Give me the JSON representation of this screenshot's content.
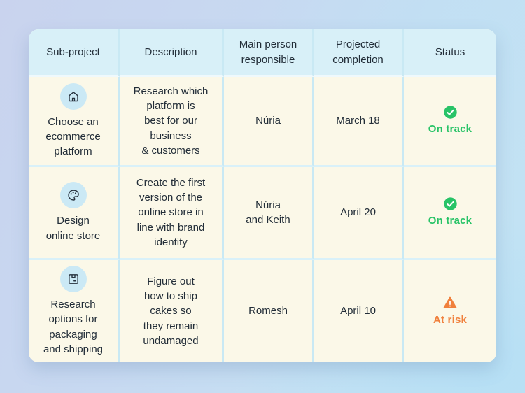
{
  "table": {
    "columns": [
      {
        "label": "Sub-project"
      },
      {
        "label": "Description"
      },
      {
        "label": "Main person responsible"
      },
      {
        "label": "Projected completion"
      },
      {
        "label": "Status"
      }
    ],
    "rows": [
      {
        "icon": "home-icon",
        "subproject": "Choose an\necommerce\nplatform",
        "description": "Research which\nplatform is\nbest for our\nbusiness\n& customers",
        "person": "Núria",
        "completion": "March 18",
        "status": {
          "label": "On track",
          "state": "on_track",
          "icon": "check-circle-icon"
        }
      },
      {
        "icon": "palette-icon",
        "subproject": "Design\nonline store",
        "description": "Create the first\nversion of the\nonline store in\nline with brand\nidentity",
        "person": "Núria\nand Keith",
        "completion": "April 20",
        "status": {
          "label": "On track",
          "state": "on_track",
          "icon": "check-circle-icon"
        }
      },
      {
        "icon": "package-icon",
        "subproject": "Research\noptions for\npackaging\nand shipping",
        "description": "Figure out\nhow to ship\ncakes so\nthey remain\nundamaged",
        "person": "Romesh",
        "completion": "April 10",
        "status": {
          "label": "At risk",
          "state": "at_risk",
          "icon": "warning-icon"
        }
      }
    ],
    "status_colors": {
      "on_track": "#28c367",
      "at_risk": "#f0803c"
    },
    "theme": {
      "header_bg": "#d8f0f8",
      "cell_bg": "#fbf8e8",
      "text": "#222d38"
    }
  },
  "chart_data": {
    "type": "table",
    "title": "",
    "columns": [
      "Sub-project",
      "Description",
      "Main person responsible",
      "Projected completion",
      "Status"
    ],
    "rows": [
      [
        "Choose an ecommerce platform",
        "Research which platform is best for our business & customers",
        "Núria",
        "March 18",
        "On track"
      ],
      [
        "Design online store",
        "Create the first version of the online store in line with brand identity",
        "Núria and Keith",
        "April 20",
        "On track"
      ],
      [
        "Research options for packaging and shipping",
        "Figure out how to ship cakes so they remain undamaged",
        "Romesh",
        "April 10",
        "At risk"
      ]
    ]
  }
}
